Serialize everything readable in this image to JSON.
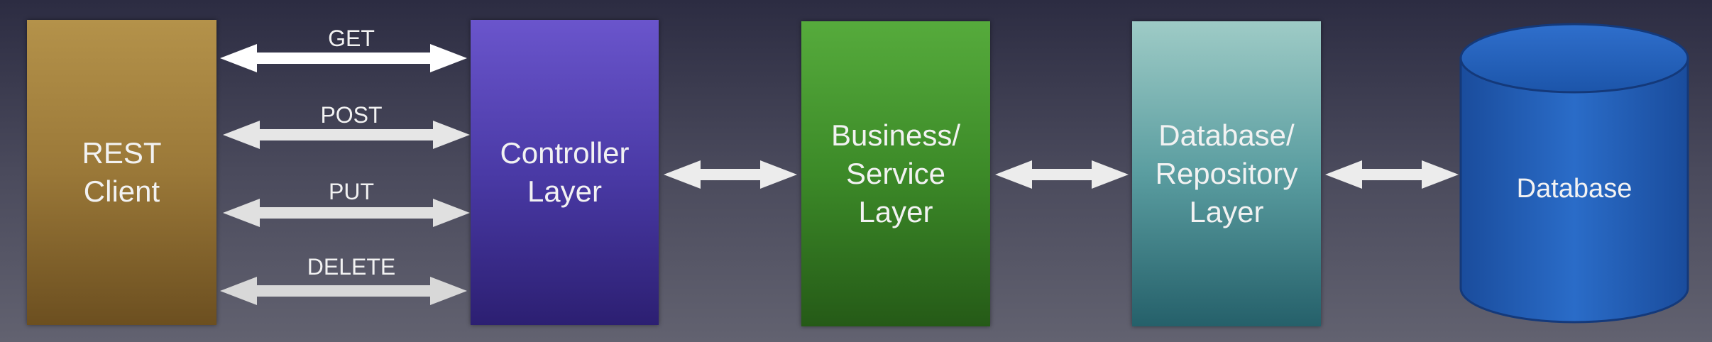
{
  "blocks": {
    "rest_client": "REST\nClient",
    "controller": "Controller\nLayer",
    "business": "Business/\nService\nLayer",
    "repository": "Database/\nRepository\nLayer",
    "database": "Database"
  },
  "http_verbs": [
    "GET",
    "POST",
    "PUT",
    "DELETE"
  ],
  "colors": {
    "rest_client": "#9a7838",
    "controller": "#4a3aa6",
    "business": "#3c8a28",
    "repository": "#5a9da0",
    "database": "#1f59b0",
    "arrow": "#ffffff"
  }
}
